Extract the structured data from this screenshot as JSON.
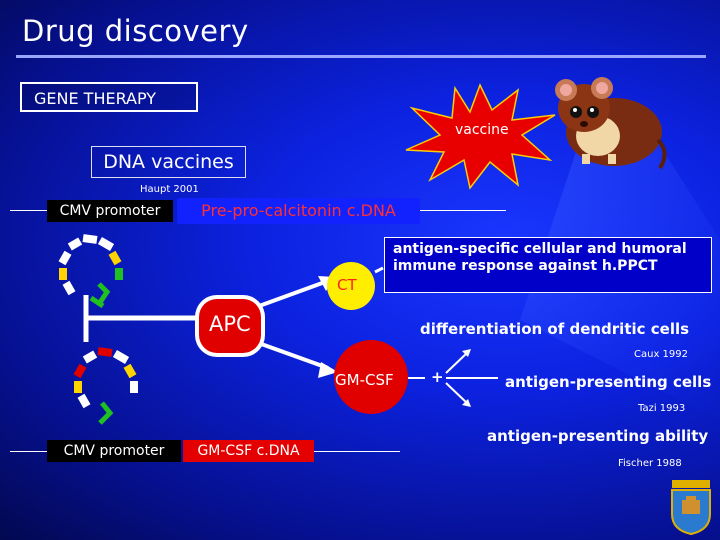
{
  "title": "Drug discovery",
  "gene_therapy": "GENE THERAPY",
  "vaccine": "vaccine",
  "dna_vaccines": "DNA vaccines",
  "citation_haupt": "Haupt 2001",
  "construct1": {
    "promoter": "CMV promoter",
    "insert": "Pre-pro-calcitonin c.DNA"
  },
  "ct": "CT",
  "antigen_response": "antigen-specific cellular and humoral immune response against h.PPCT",
  "apc": "APC",
  "differentiation": "differentiation of dendritic cells",
  "citation_caux": "Caux 1992",
  "gm_csf": "GM-CSF",
  "plus": "+",
  "antigen_presenting_cells": "antigen-presenting cells",
  "citation_tazi": "Tazi 1993",
  "antigen_presenting_ability": "antigen-presenting ability",
  "citation_fischer": "Fischer 1988",
  "construct2": {
    "promoter": "CMV promoter",
    "insert": "GM-CSF c.DNA"
  },
  "colors": {
    "background": "#0c22e0",
    "star": "#e80000",
    "ct_circle": "#ffee00",
    "gm_circle": "#e00000",
    "insert_red": "#ff3030",
    "insert_bg": "#1122ff"
  },
  "icons": [
    "star-burst-icon",
    "mouse-icon",
    "plasmid-icon",
    "apc-cell-icon",
    "coat-of-arms-icon"
  ]
}
